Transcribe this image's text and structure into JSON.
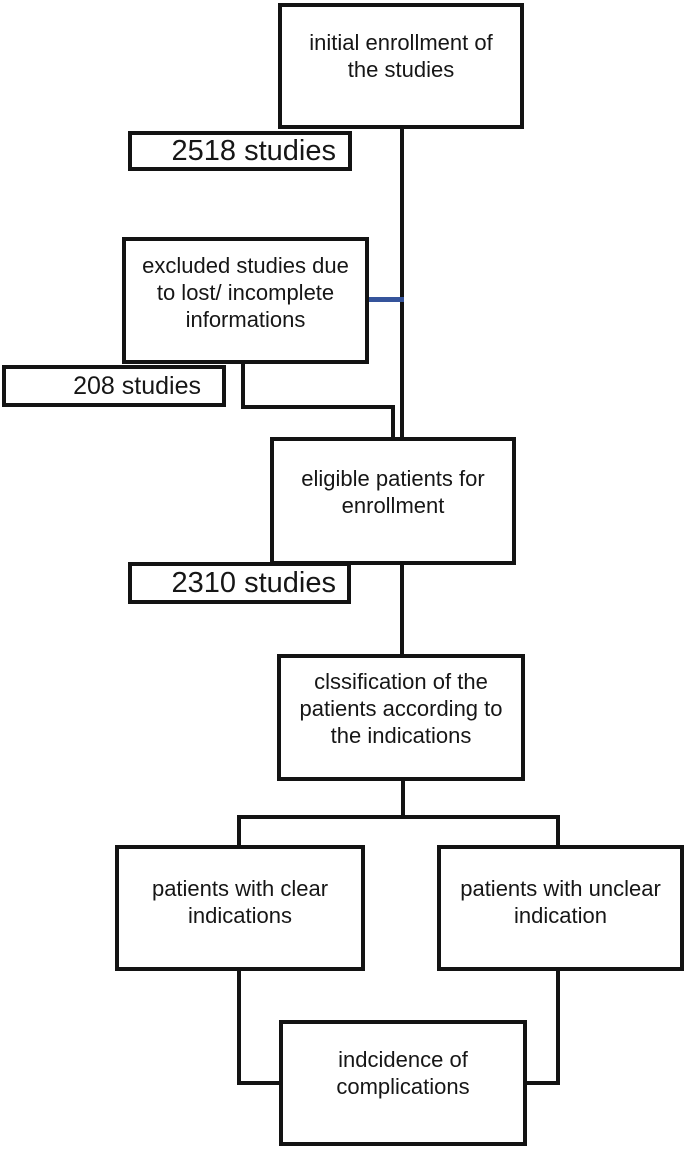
{
  "diagram": {
    "type": "flowchart",
    "colors": {
      "line_black": "#131313",
      "connector_blue": "#35549b",
      "box_fill": "#ffffff",
      "text": "#161616"
    },
    "nodes": {
      "initial": {
        "text": "initial enrollment of\nthe studies"
      },
      "count_2518": {
        "text": "2518 studies"
      },
      "excluded": {
        "text": "excluded studies due\nto lost/ incomplete\ninformations"
      },
      "count_208": {
        "text": "208 studies"
      },
      "eligible": {
        "text": "eligible patients for\nenrollment"
      },
      "count_2310": {
        "text": "2310 studies"
      },
      "classification": {
        "text": "clssification of the\npatients according to\nthe indications"
      },
      "clear_indications": {
        "text": "patients with clear\nindications"
      },
      "unclear_indication": {
        "text": "patients with unclear\nindication"
      },
      "incidence": {
        "text": "indcidence of\ncomplications"
      }
    }
  }
}
